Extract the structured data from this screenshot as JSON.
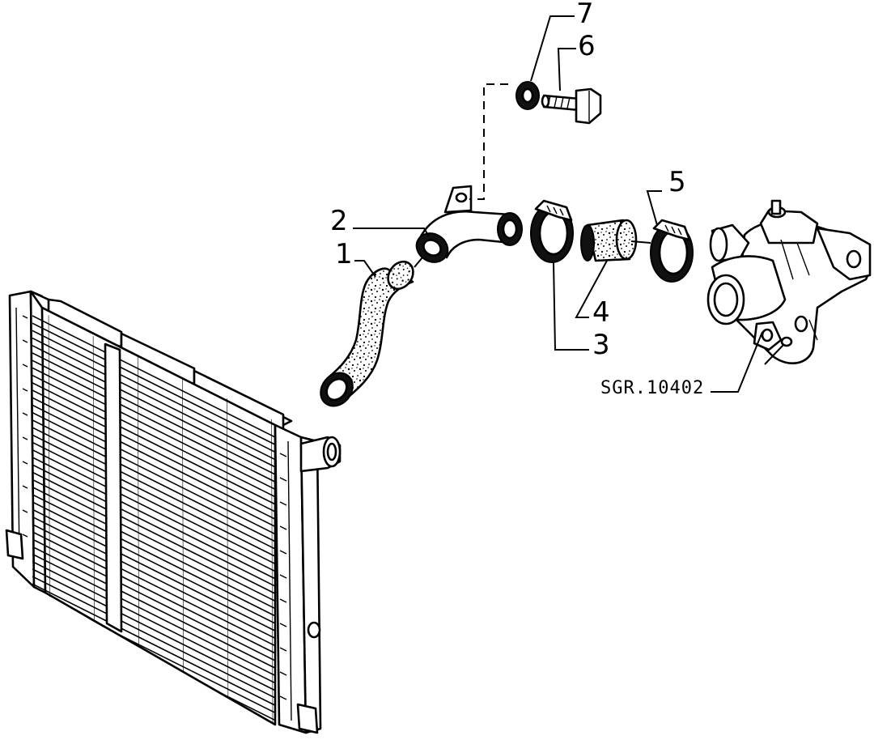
{
  "callouts": [
    {
      "id": "1",
      "label": "1"
    },
    {
      "id": "2",
      "label": "2"
    },
    {
      "id": "3",
      "label": "3"
    },
    {
      "id": "4",
      "label": "4"
    },
    {
      "id": "5",
      "label": "5"
    },
    {
      "id": "6",
      "label": "6"
    },
    {
      "id": "7",
      "label": "7"
    }
  ],
  "drawing_code": "SGR.10402",
  "colors": {
    "ink": "#000000",
    "paper": "#ffffff"
  }
}
